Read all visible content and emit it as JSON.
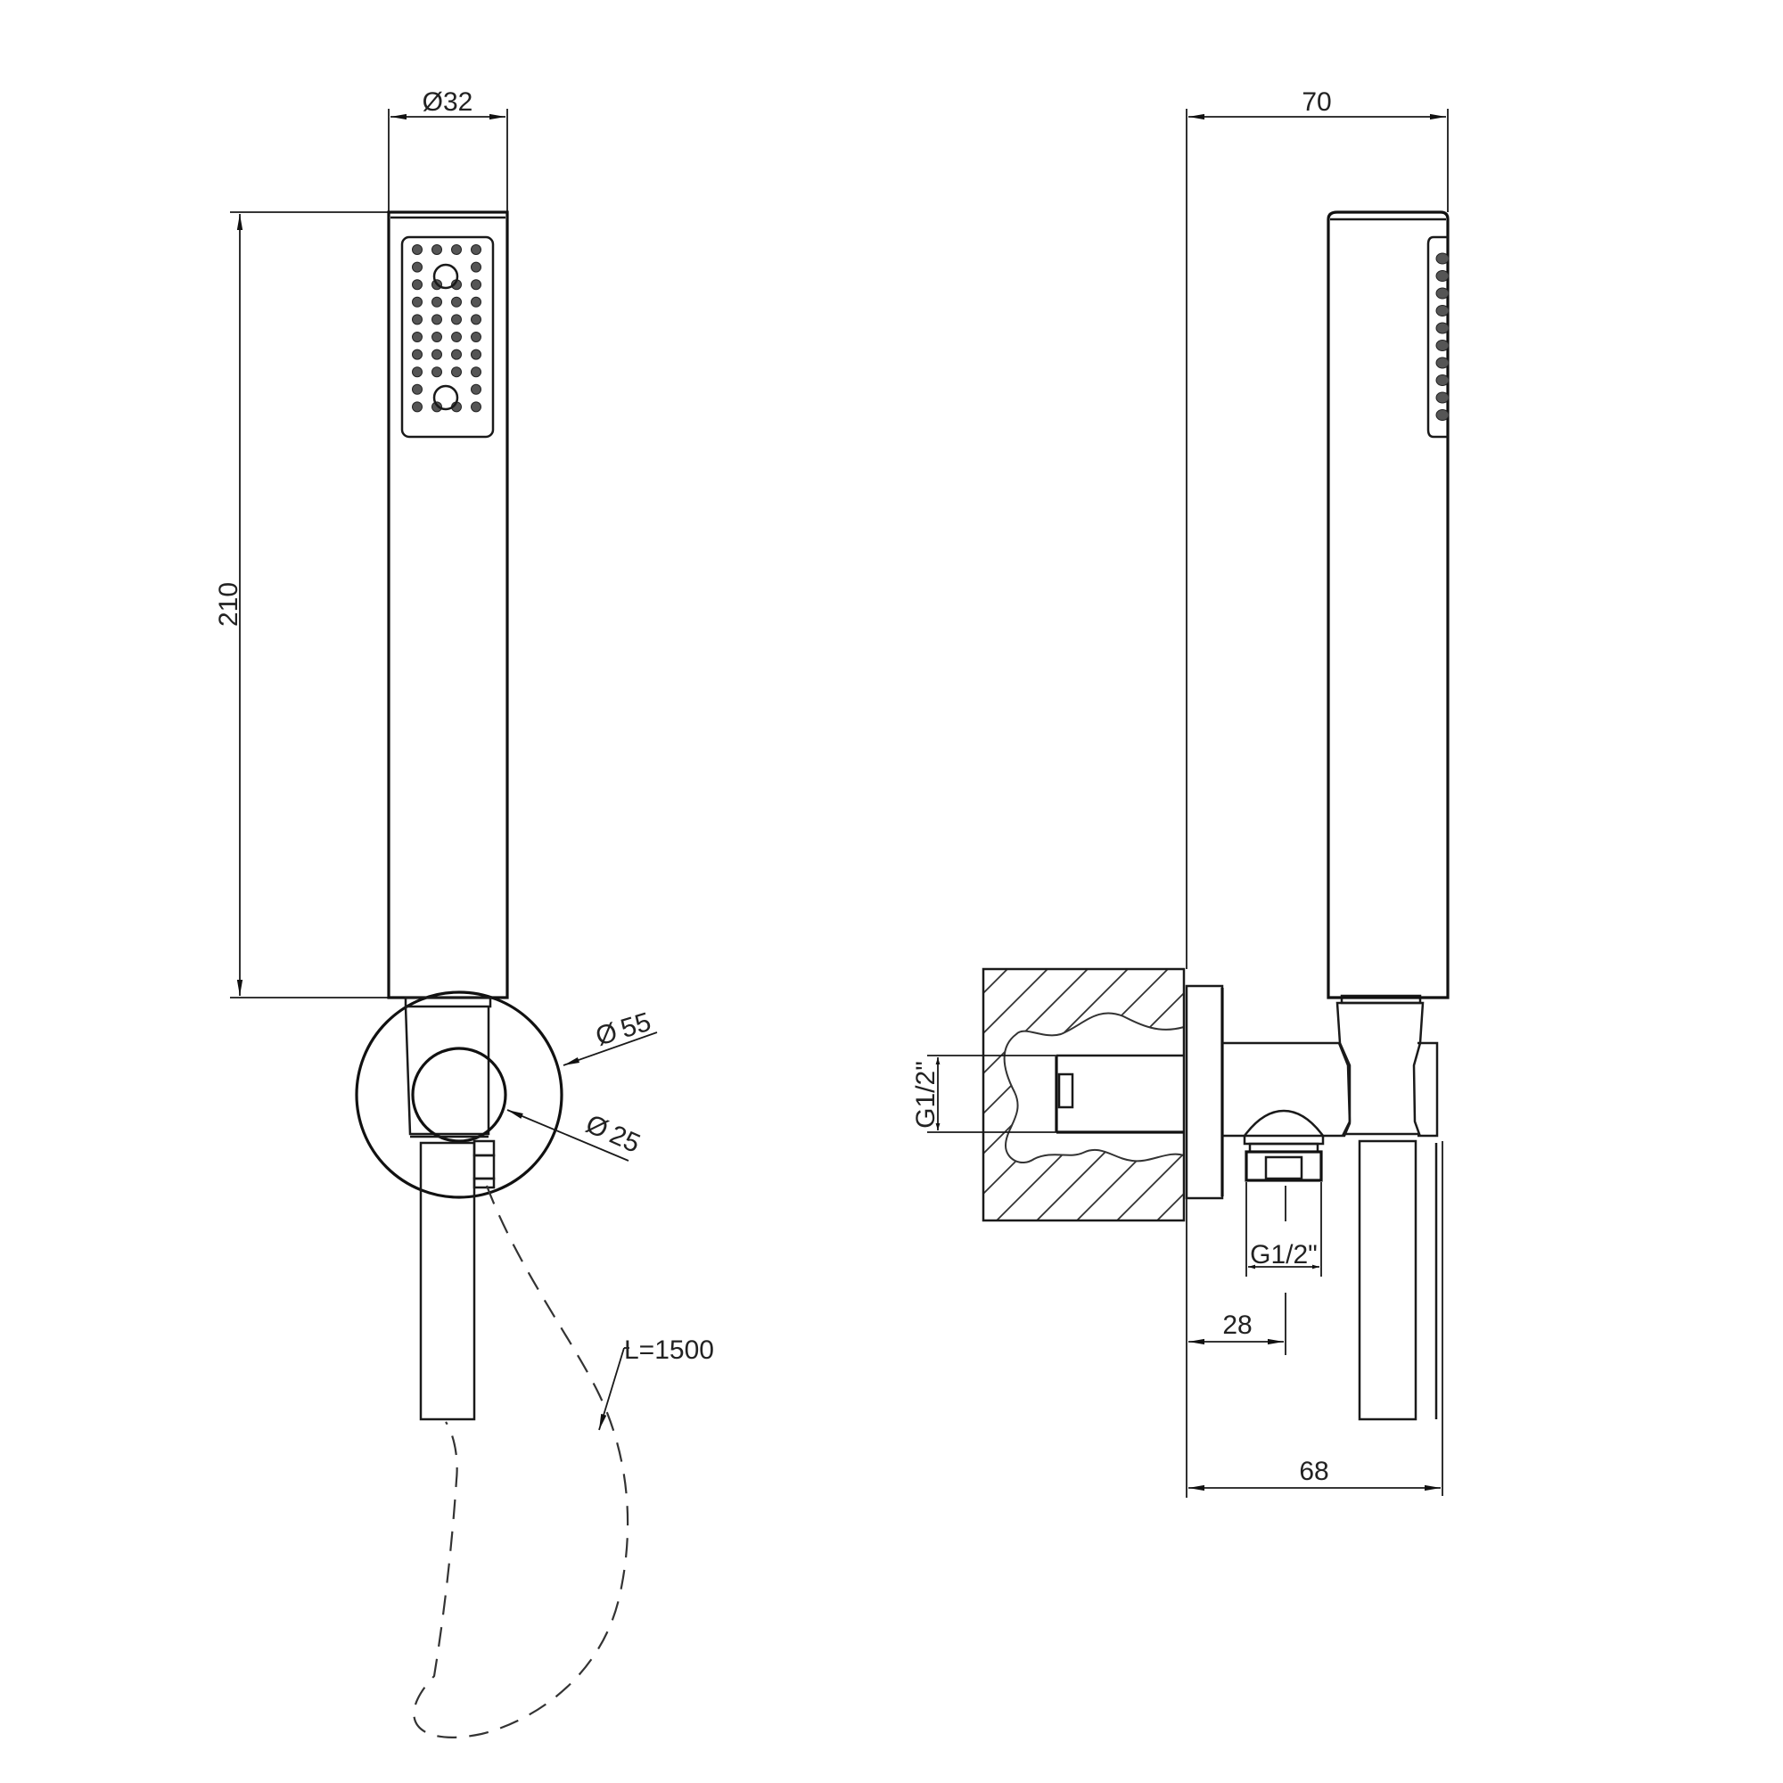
{
  "drawing": {
    "title": "Hand shower set with wall bracket - technical drawing",
    "views": [
      "front-view",
      "side-view"
    ],
    "line_color": "#1a1a1a",
    "background": "#ffffff"
  },
  "front_view": {
    "dimensions": {
      "handshower_diameter": "Ø32",
      "handshower_length": "210",
      "wall_plate_diameter": "55",
      "holder_diameter": "25",
      "hose_length": "L=1500"
    },
    "diameter_symbol": "Ø",
    "spray_face": {
      "rows": 10,
      "columns": 4,
      "large_rings": 2
    }
  },
  "side_view": {
    "dimensions": {
      "overall_width_top": "70",
      "wall_connection_thread": "G1/2\"",
      "outlet_thread": "G1/2\"",
      "outlet_offset": "28",
      "overall_width_bottom": "68"
    },
    "side_nozzles": 10
  }
}
